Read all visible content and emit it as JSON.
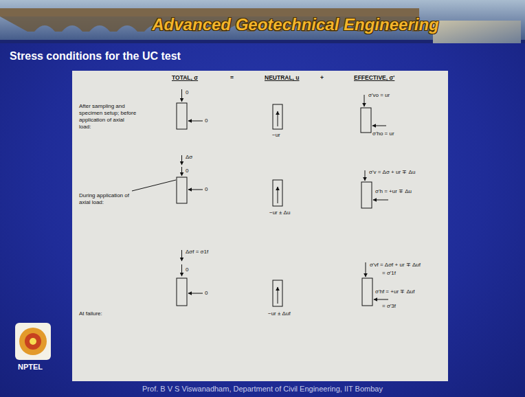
{
  "diagram": {
    "title": "Advanced Geotechnical Engineering",
    "labels": [
      "Stress conditions for the UC test",
      "TOTAL, σ",
      "=",
      "NEUTRAL, u",
      "+",
      "EFFECTIVE, σ'",
      "After sampling and specimen setup; before application of axial load:",
      "0",
      "0",
      "−ur",
      "σ'vo = ur",
      "σ'ho = ur",
      "During application of axial load:",
      "Δσ",
      "0",
      "0",
      "−ur ± Δu",
      "σ'v = Δσ + ur ∓ Δu",
      "σ'h = +ur ∓ Δu",
      "At failure:",
      "Δσf = σ1f",
      "0",
      "0",
      "−ur ± Δuf",
      "σ'vf = Δσf + ur ∓ Δuf",
      "= σ'1f",
      "σ'hf = +ur ∓ Δuf",
      "= σ'3f",
      "Prof. B V S Viswanadham, Department of Civil Engineering, IIT Bombay",
      "NPTEL"
    ]
  }
}
